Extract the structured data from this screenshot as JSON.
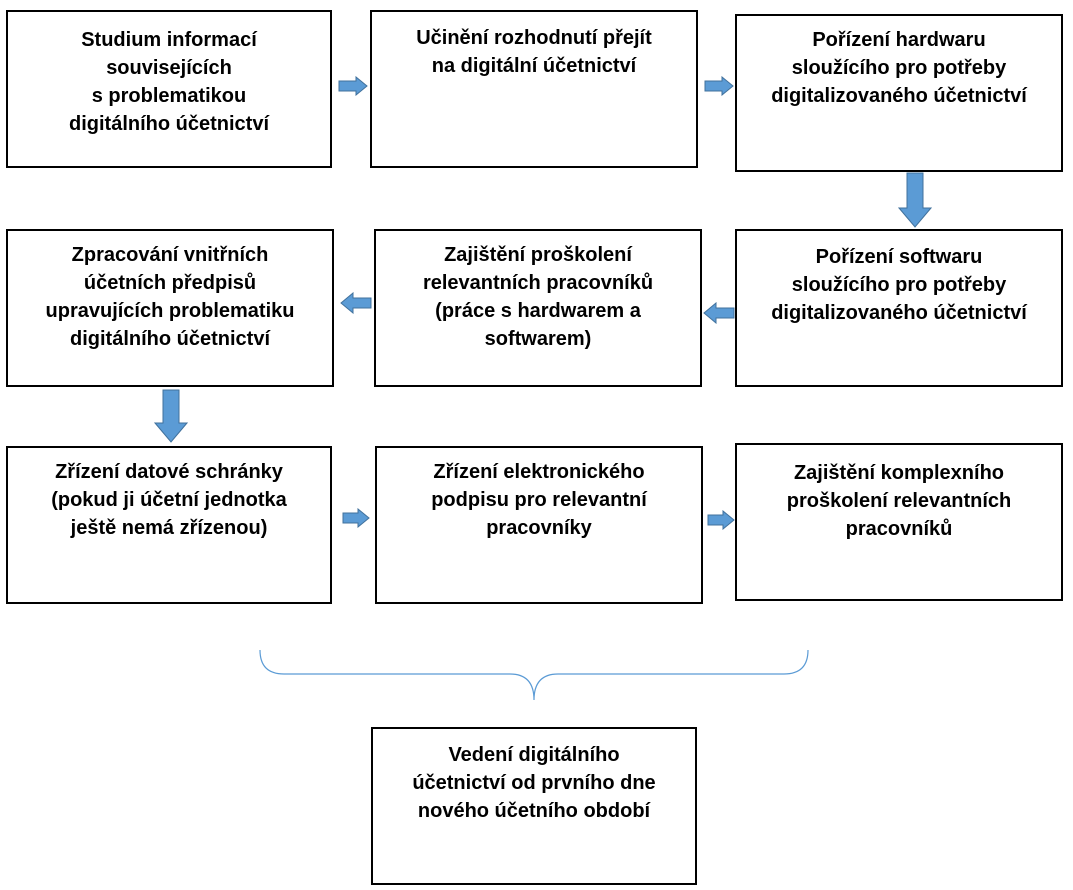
{
  "diagram": {
    "colors": {
      "box_border": "#000000",
      "arrow_fill": "#5b9bd5",
      "arrow_stroke": "#41719c",
      "brace": "#5b9bd5"
    },
    "steps": [
      {
        "label": "Studium informací\nsouvisejících\ns problematikou\ndigitálního účetnictví"
      },
      {
        "label": "Učinění rozhodnutí přejít\nna digitální účetnictví"
      },
      {
        "label": "Pořízení hardwaru\nsloužícího pro potřeby\ndigitalizovaného účetnictví"
      },
      {
        "label": "Pořízení softwaru\nsloužícího pro potřeby\ndigitalizovaného účetnictví"
      },
      {
        "label": "Zajištění proškolení\nrelevantních pracovníků\n(práce s hardwarem a\nsoftwarem)"
      },
      {
        "label": "Zpracování vnitřních\núčetních předpisů\nupravujících problematiku\ndigitálního účetnictví"
      },
      {
        "label": "Zřízení datové schránky\n(pokud ji účetní jednotka\nještě nemá zřízenou)"
      },
      {
        "label": "Zřízení elektronického\npodpisu pro relevantní\npracovníky"
      },
      {
        "label": "Zajištění komplexního\nproškolení relevantních\npracovníků"
      },
      {
        "label": "Vedení digitálního\núčetnictví od prvního dne\nnového účetního období"
      }
    ],
    "connections": [
      {
        "from": 1,
        "to": 2,
        "direction": "right"
      },
      {
        "from": 2,
        "to": 3,
        "direction": "right"
      },
      {
        "from": 3,
        "to": 4,
        "direction": "down"
      },
      {
        "from": 4,
        "to": 5,
        "direction": "left"
      },
      {
        "from": 5,
        "to": 6,
        "direction": "left"
      },
      {
        "from": 6,
        "to": 7,
        "direction": "down"
      },
      {
        "from": 7,
        "to": 8,
        "direction": "right"
      },
      {
        "from": 8,
        "to": 9,
        "direction": "right"
      },
      {
        "from": "7-9",
        "to": 10,
        "direction": "brace"
      }
    ]
  }
}
